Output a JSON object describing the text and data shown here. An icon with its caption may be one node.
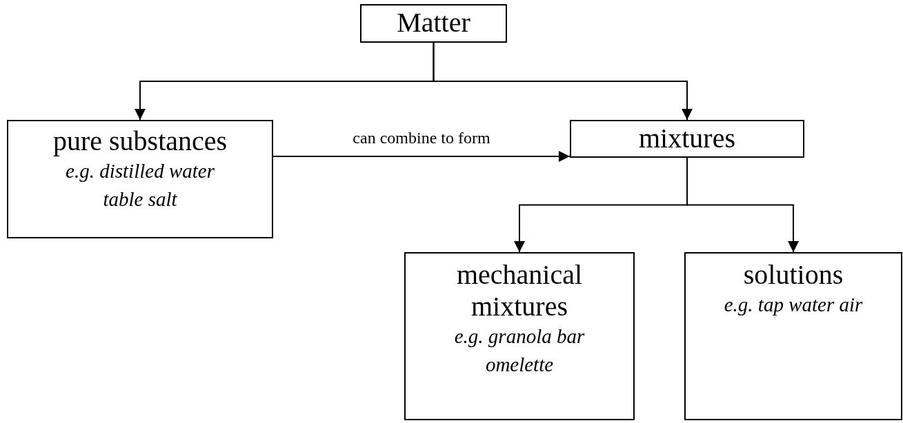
{
  "diagram": {
    "nodes": [
      {
        "text": [
          "Matter"
        ]
      },
      {
        "text": [
          "pure substances",
          "e.g. distilled water table salt"
        ]
      },
      {
        "text": [
          "mixtures"
        ]
      },
      {
        "text": [
          "mechanical mixtures",
          "e.g. granola bar omelette"
        ]
      },
      {
        "text": [
          "solutions",
          "e.g. tap water air"
        ]
      }
    ],
    "edges": [
      {
        "from": 0,
        "to": 1,
        "arrow": "to"
      },
      {
        "from": 0,
        "to": 2,
        "arrow": "to"
      },
      {
        "from": 1,
        "to": 2,
        "arrow": "to",
        "label": "can combine to form"
      },
      {
        "from": 2,
        "to": 3,
        "arrow": "to"
      },
      {
        "from": 2,
        "to": 4,
        "arrow": "to"
      }
    ]
  }
}
